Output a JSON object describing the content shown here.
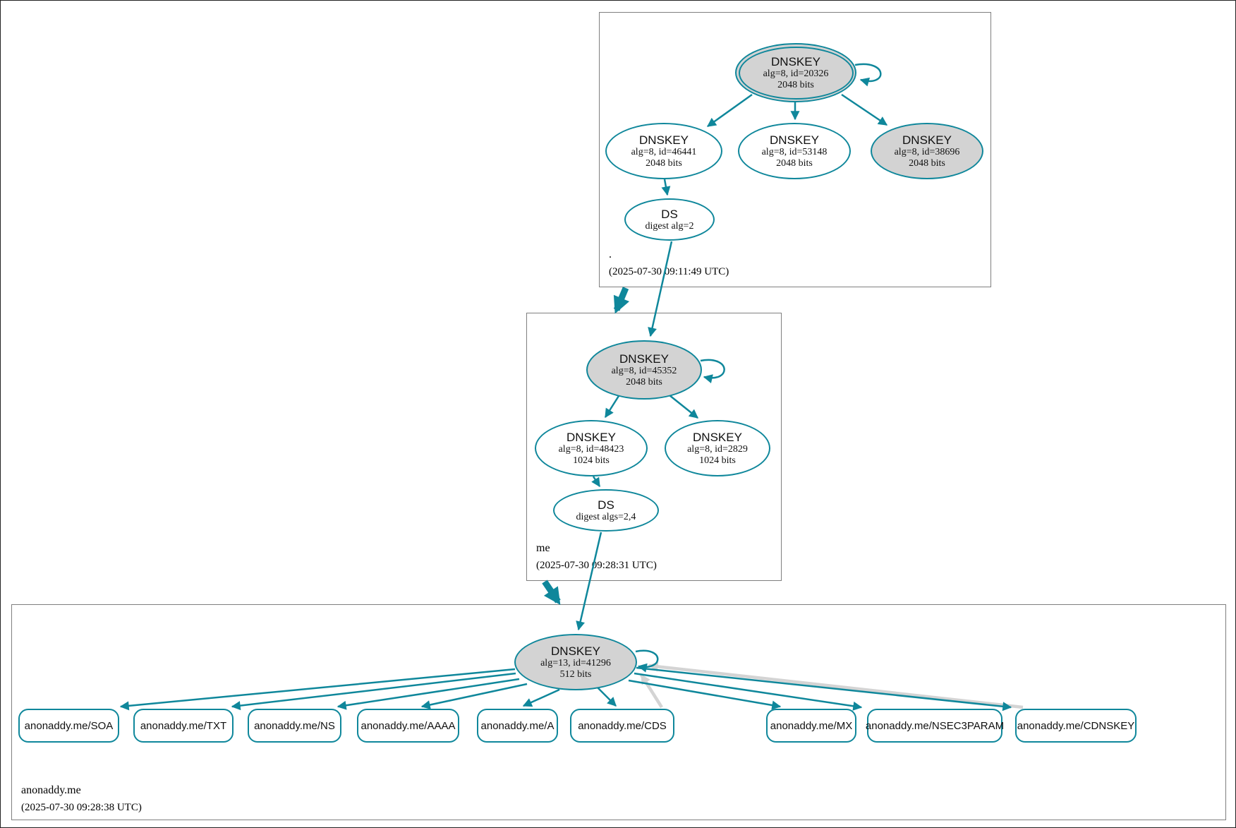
{
  "colors": {
    "edge_teal": "#0f879b",
    "edge_gray": "#d4d4d4",
    "ksk_fill_gray": "#d3d3d3",
    "node_fill_white": "#ffffff",
    "zone_box_border": "#7f7f7f"
  },
  "zones": {
    "root": {
      "label": ".",
      "timestamp": "(2025-07-30 09:11:49 UTC)",
      "nodes": {
        "ksk": {
          "title": "DNSKEY",
          "detail1": "alg=8, id=20326",
          "detail2": "2048 bits"
        },
        "zsk1": {
          "title": "DNSKEY",
          "detail1": "alg=8, id=46441",
          "detail2": "2048 bits"
        },
        "zsk2": {
          "title": "DNSKEY",
          "detail1": "alg=8, id=53148",
          "detail2": "2048 bits"
        },
        "ksk2": {
          "title": "DNSKEY",
          "detail1": "alg=8, id=38696",
          "detail2": "2048 bits"
        },
        "ds": {
          "title": "DS",
          "detail1": "digest alg=2"
        }
      }
    },
    "me": {
      "label": "me",
      "timestamp": "(2025-07-30 09:28:31 UTC)",
      "nodes": {
        "ksk": {
          "title": "DNSKEY",
          "detail1": "alg=8, id=45352",
          "detail2": "2048 bits"
        },
        "zsk1": {
          "title": "DNSKEY",
          "detail1": "alg=8, id=48423",
          "detail2": "1024 bits"
        },
        "zsk2": {
          "title": "DNSKEY",
          "detail1": "alg=8, id=2829",
          "detail2": "1024 bits"
        },
        "ds": {
          "title": "DS",
          "detail1": "digest algs=2,4"
        }
      }
    },
    "anonaddy": {
      "label": "anonaddy.me",
      "timestamp": "(2025-07-30 09:28:38 UTC)",
      "nodes": {
        "dnskey": {
          "title": "DNSKEY",
          "detail1": "alg=13, id=41296",
          "detail2": "512 bits"
        }
      },
      "rrsets": [
        {
          "label": "anonaddy.me/SOA"
        },
        {
          "label": "anonaddy.me/TXT"
        },
        {
          "label": "anonaddy.me/NS"
        },
        {
          "label": "anonaddy.me/AAAA"
        },
        {
          "label": "anonaddy.me/A"
        },
        {
          "label": "anonaddy.me/CDS"
        },
        {
          "label": "anonaddy.me/MX"
        },
        {
          "label": "anonaddy.me/NSEC3PARAM"
        },
        {
          "label": "anonaddy.me/CDNSKEY"
        }
      ]
    }
  }
}
